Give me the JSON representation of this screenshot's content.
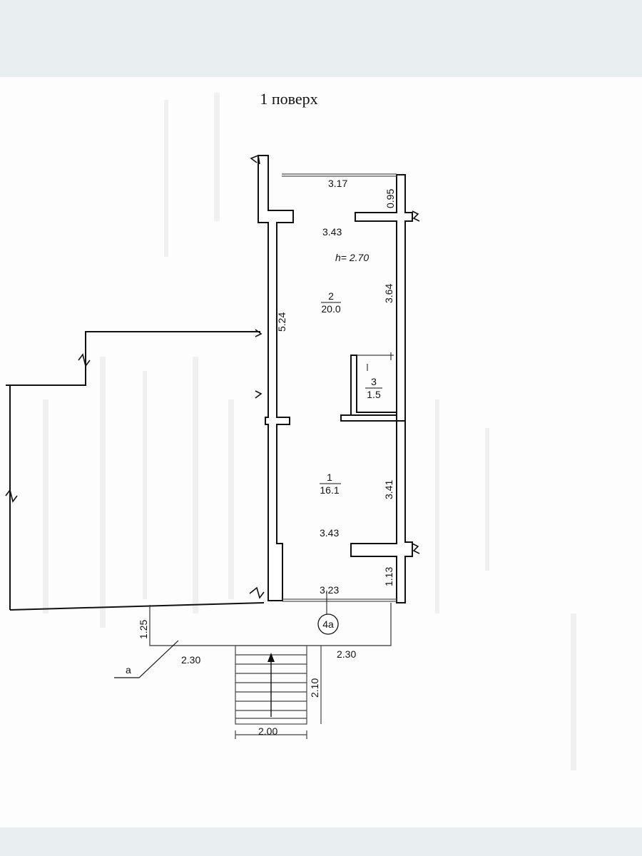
{
  "plan": {
    "title": "1 поверх",
    "ceiling_height": "h= 2.70"
  },
  "rooms": [
    {
      "number": "2",
      "area": "20.0"
    },
    {
      "number": "3",
      "area": "1.5"
    },
    {
      "number": "1",
      "area": "16.1"
    }
  ],
  "dimensions": {
    "top_width": "3.17",
    "top_right_offset": "0.95",
    "room2_width": "3.43",
    "left_length": "5.24",
    "right_upper_length": "3.64",
    "right_lower_length": "3.41",
    "room1_width": "3.43",
    "bottom_right_offset": "1.13",
    "bottom_width": "3.23",
    "porch_left_depth": "1.25",
    "porch_left_width": "2.30",
    "porch_right_width": "2.30",
    "stairs_length": "2.10",
    "stairs_width": "2.00"
  },
  "labels": {
    "porch_marker": "4а",
    "leader_label": "а"
  }
}
